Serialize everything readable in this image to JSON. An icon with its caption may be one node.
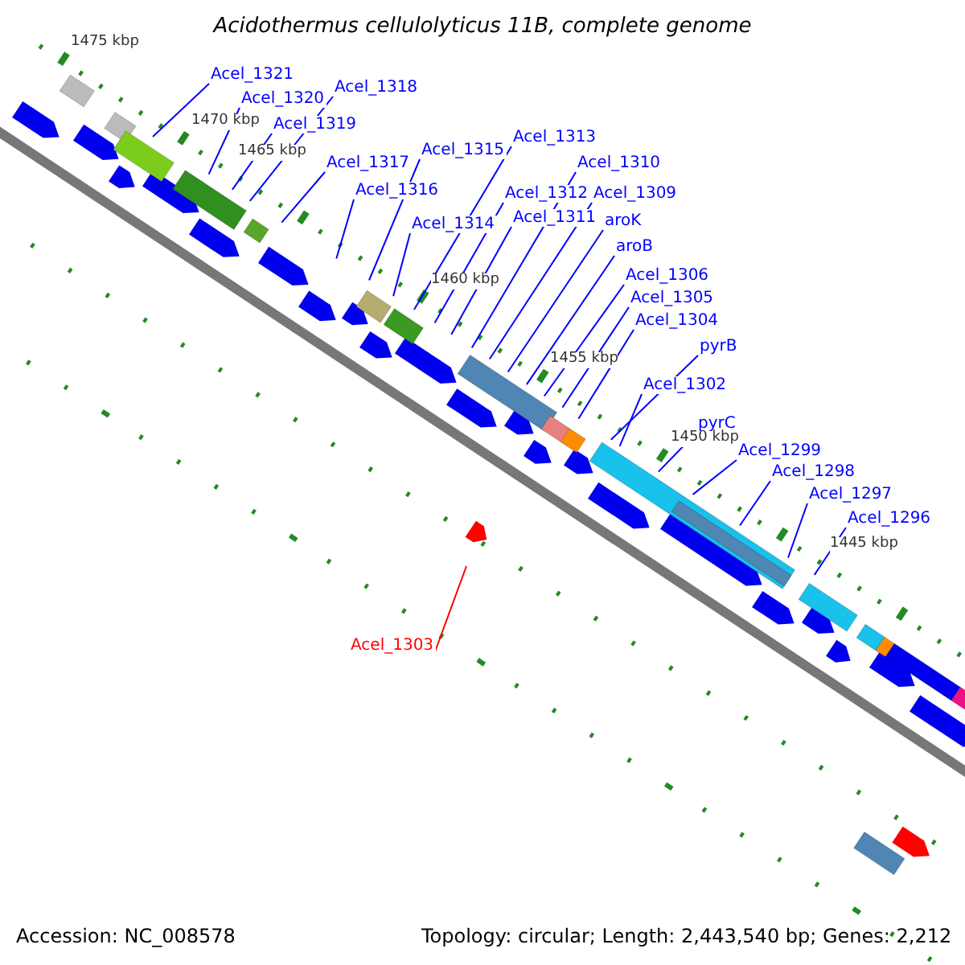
{
  "diagram": {
    "title": "Acidothermus cellulolyticus 11B, complete genome",
    "nodes": [
      {
        "text": [
          "Acel_1321"
        ]
      },
      {
        "text": [
          "Acel_1320"
        ]
      },
      {
        "text": [
          "Acel_1318"
        ]
      },
      {
        "text": [
          "Acel_1319"
        ]
      },
      {
        "text": [
          "Acel_1317"
        ]
      },
      {
        "text": [
          "Acel_1316"
        ]
      },
      {
        "text": [
          "Acel_1315"
        ]
      },
      {
        "text": [
          "Acel_1314"
        ]
      },
      {
        "text": [
          "Acel_1313"
        ]
      },
      {
        "text": [
          "Acel_1310"
        ]
      },
      {
        "text": [
          "Acel_1312"
        ]
      },
      {
        "text": [
          "Acel_1309"
        ]
      },
      {
        "text": [
          "Acel_1311"
        ]
      },
      {
        "text": [
          "aroK"
        ]
      },
      {
        "text": [
          "aroB"
        ]
      },
      {
        "text": [
          "Acel_1306"
        ]
      },
      {
        "text": [
          "Acel_1305"
        ]
      },
      {
        "text": [
          "Acel_1304"
        ]
      },
      {
        "text": [
          "pyrB"
        ]
      },
      {
        "text": [
          "Acel_1302"
        ]
      },
      {
        "text": [
          "pyrC"
        ]
      },
      {
        "text": [
          "Acel_1299"
        ]
      },
      {
        "text": [
          "Acel_1298"
        ]
      },
      {
        "text": [
          "Acel_1297"
        ]
      },
      {
        "text": [
          "Acel_1296"
        ]
      },
      {
        "text": [
          "Acel_1303"
        ]
      }
    ],
    "edges": [
      {
        "from": 0,
        "to": null,
        "arrow": "none"
      },
      {
        "from": 1,
        "to": null,
        "arrow": "none"
      },
      {
        "from": 2,
        "to": null,
        "arrow": "none"
      },
      {
        "from": 3,
        "to": null,
        "arrow": "none"
      },
      {
        "from": 4,
        "to": null,
        "arrow": "none"
      },
      {
        "from": 5,
        "to": null,
        "arrow": "none"
      },
      {
        "from": 6,
        "to": null,
        "arrow": "none"
      },
      {
        "from": 7,
        "to": null,
        "arrow": "none"
      },
      {
        "from": 8,
        "to": null,
        "arrow": "none"
      },
      {
        "from": 9,
        "to": null,
        "arrow": "none"
      },
      {
        "from": 10,
        "to": null,
        "arrow": "none"
      },
      {
        "from": 11,
        "to": null,
        "arrow": "none"
      },
      {
        "from": 12,
        "to": null,
        "arrow": "none"
      },
      {
        "from": 13,
        "to": null,
        "arrow": "none"
      },
      {
        "from": 14,
        "to": null,
        "arrow": "none"
      },
      {
        "from": 15,
        "to": null,
        "arrow": "none"
      },
      {
        "from": 16,
        "to": null,
        "arrow": "none"
      },
      {
        "from": 17,
        "to": null,
        "arrow": "none"
      },
      {
        "from": 18,
        "to": null,
        "arrow": "none"
      },
      {
        "from": 19,
        "to": null,
        "arrow": "none"
      },
      {
        "from": 20,
        "to": null,
        "arrow": "none"
      },
      {
        "from": 21,
        "to": null,
        "arrow": "none"
      },
      {
        "from": 22,
        "to": null,
        "arrow": "none"
      },
      {
        "from": 23,
        "to": null,
        "arrow": "none"
      },
      {
        "from": 24,
        "to": null,
        "arrow": "none"
      },
      {
        "from": 25,
        "to": null,
        "arrow": "none",
        "color": "#ff0000"
      }
    ],
    "labels": [
      "1475 kbp",
      "1470 kbp",
      "1465 kbp",
      "1460 kbp",
      "1455 kbp",
      "1450 kbp",
      "1445 kbp",
      "Accession: NC_008578",
      "Topology: circular; Length: 2,443,540 bp; Genes: 2,212"
    ]
  }
}
